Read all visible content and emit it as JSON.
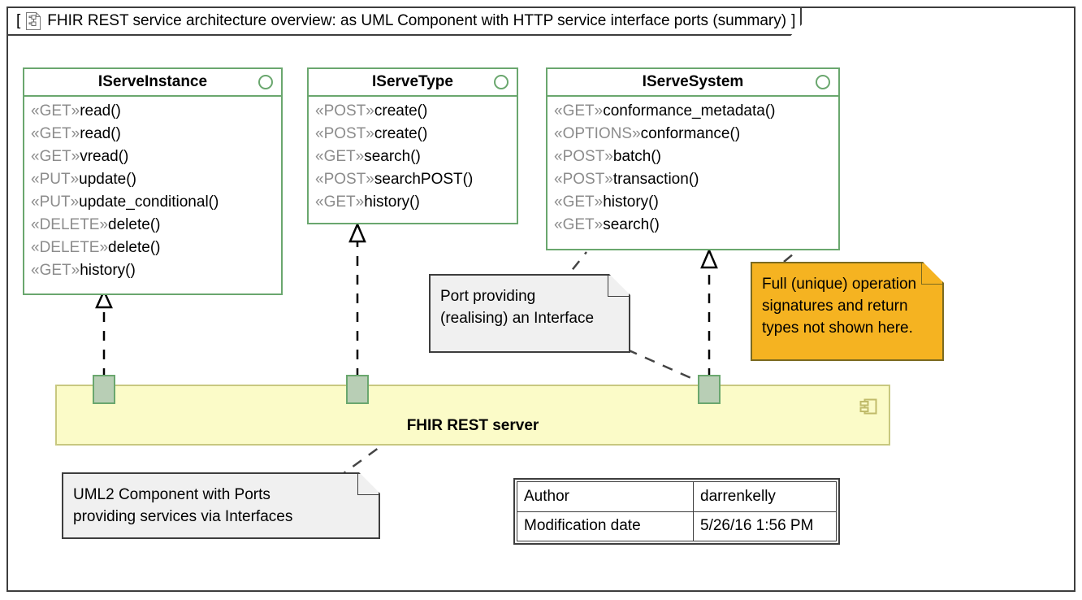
{
  "frame": {
    "bracket_open": "[",
    "bracket_close": "]",
    "icon": "uml-diagram-document-icon",
    "title": "FHIR REST service architecture overview: as UML Component with HTTP service interface ports (summary)"
  },
  "colors": {
    "interface_border": "#6aa76e",
    "component_fill": "#fbfbc8",
    "component_border": "#c8c880",
    "port_fill": "#b8ceb5",
    "note_fill": "#f0f0f0",
    "note_orange_fill": "#f5b321",
    "frame_border": "#3d3d3d",
    "stereotype_text": "#8c8c8c"
  },
  "interfaces": [
    {
      "name": "IServeInstance",
      "icon": "interface-circle-icon",
      "operations": [
        {
          "stereotype": "«GET»",
          "signature": "read()"
        },
        {
          "stereotype": "«GET»",
          "signature": "read()"
        },
        {
          "stereotype": "«GET»",
          "signature": "vread()"
        },
        {
          "stereotype": "«PUT»",
          "signature": "update()"
        },
        {
          "stereotype": "«PUT»",
          "signature": "update_conditional()"
        },
        {
          "stereotype": "«DELETE»",
          "signature": "delete()"
        },
        {
          "stereotype": "«DELETE»",
          "signature": "delete()"
        },
        {
          "stereotype": "«GET»",
          "signature": "history()"
        }
      ]
    },
    {
      "name": "IServeType",
      "icon": "interface-circle-icon",
      "operations": [
        {
          "stereotype": "«POST»",
          "signature": "create()"
        },
        {
          "stereotype": "«POST»",
          "signature": "create()"
        },
        {
          "stereotype": "«GET»",
          "signature": "search()"
        },
        {
          "stereotype": "«POST»",
          "signature": "searchPOST()"
        },
        {
          "stereotype": "«GET»",
          "signature": "history()"
        }
      ]
    },
    {
      "name": "IServeSystem",
      "icon": "interface-circle-icon",
      "operations": [
        {
          "stereotype": "«GET»",
          "signature": "conformance_metadata()"
        },
        {
          "stereotype": "«OPTIONS»",
          "signature": "conformance()"
        },
        {
          "stereotype": "«POST»",
          "signature": "batch()"
        },
        {
          "stereotype": "«POST»",
          "signature": "transaction()"
        },
        {
          "stereotype": "«GET»",
          "signature": "history()"
        },
        {
          "stereotype": "«GET»",
          "signature": "search()"
        }
      ]
    }
  ],
  "component": {
    "name": "FHIR REST server",
    "icon": "uml-component-icon",
    "ports": [
      {
        "name": "port-serve-instance"
      },
      {
        "name": "port-serve-type"
      },
      {
        "name": "port-serve-system"
      }
    ]
  },
  "notes": [
    {
      "id": "note-port-interface",
      "text": "Port providing\n(realising) an Interface",
      "style": "grey"
    },
    {
      "id": "note-signatures",
      "text": "Full (unique) operation\nsignatures and return\ntypes not shown here.",
      "style": "orange"
    },
    {
      "id": "note-component-ports",
      "text": "UML2 Component with Ports\nproviding services via Interfaces",
      "style": "grey"
    }
  ],
  "info_table": {
    "rows": [
      {
        "key": "Author",
        "value": "darrenkelly"
      },
      {
        "key": "Modification date",
        "value": "5/26/16 1:56 PM"
      }
    ]
  }
}
